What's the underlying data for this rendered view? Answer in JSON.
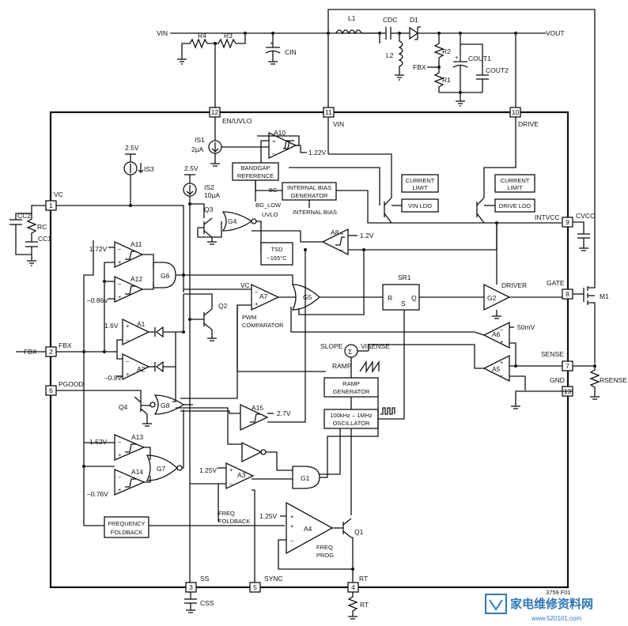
{
  "figure_code": "3759 F01",
  "watermark": {
    "brand": "家电维修资料网",
    "url": "www.520101.com"
  },
  "pins": [
    {
      "num": "1",
      "name": "VC"
    },
    {
      "num": "2",
      "name": "FBX"
    },
    {
      "num": "3",
      "name": "SS"
    },
    {
      "num": "4",
      "name": "RT"
    },
    {
      "num": "5",
      "name": "SYNC"
    },
    {
      "num": "6",
      "name": "PGOOD"
    },
    {
      "num": "7",
      "name": "SENSE"
    },
    {
      "num": "8",
      "name": "GATE"
    },
    {
      "num": "9",
      "name": "INTVCC"
    },
    {
      "num": "10",
      "name": "DRIVE"
    },
    {
      "num": "11",
      "name": "VIN"
    },
    {
      "num": "12",
      "name": "EN/UVLO"
    },
    {
      "num": "13",
      "name": "GND"
    }
  ],
  "external": {
    "vin": "VIN",
    "vout": "VOUT",
    "l1": "L1",
    "l2": "L2",
    "cdc": "CDC",
    "d1": "D1",
    "r1": "R1",
    "r2": "R2",
    "r3": "R3",
    "r4": "R4",
    "fbx": "FBX",
    "cin": "CIN",
    "cout1": "COUT1",
    "cout2": "COUT2",
    "cc1": "CC1",
    "cc2": "CC2",
    "rc": "RC",
    "cvcc": "CVCC",
    "m1": "M1",
    "rsense": "RSENSE",
    "css": "CSS",
    "rt": "RT"
  },
  "blocks": {
    "bandgap_line1": "BANDGAP",
    "bandgap_line2": "REFERENCE",
    "ibias_line1": "INTERNAL BIAS",
    "ibias_line2": "GENERATOR",
    "bg": "BG",
    "bg_low": "BG_LOW",
    "uvlo": "UVLO",
    "internal_bias": "INTERNAL BIAS",
    "cl1_line1": "CURRENT",
    "cl1_line2": "LIMIT",
    "vin_ldo": "VIN LDO",
    "cl2_line1": "CURRENT",
    "cl2_line2": "LIMIT",
    "drive_ldo": "DRIVE LDO",
    "tsd_line1": "TSD",
    "tsd_line2": "~165°C",
    "ramp_line1": "RAMP",
    "ramp_line2": "GENERATOR",
    "osc_line1": "100kHz – 1MHz",
    "osc_line2": "OSCILLATOR",
    "ff_line1": "FREQUENCY",
    "ff_line2": "FOLDBACK",
    "freq_foldback_line1": "FREQ",
    "freq_foldback_line2": "FOLDBACK",
    "sr1": "SR1",
    "r": "R",
    "s": "S",
    "q": "Q",
    "driver": "DRIVER",
    "pwm_line1": "PWM",
    "pwm_line2": "COMPARATOR",
    "slope": "SLOPE",
    "vsense": "VISENSE",
    "ramp": "RAMP",
    "freq_prog_line1": "FREQ",
    "freq_prog_line2": "PROG",
    "vc": "VC"
  },
  "amps": {
    "a1": "A1",
    "a2": "A2",
    "a3": "A3",
    "a4": "A4",
    "a5": "A5",
    "a6": "A6",
    "a7": "A7",
    "a8": "A8",
    "a10": "A10",
    "a11": "A11",
    "a12": "A12",
    "a13": "A13",
    "a14": "A14",
    "a15": "A15"
  },
  "gates": {
    "g1": "G1",
    "g2": "G2",
    "g4": "G4",
    "g5": "G5",
    "g6": "G6",
    "g7": "G7",
    "g8": "G8"
  },
  "transistors": {
    "q1": "Q1",
    "q2": "Q2",
    "q3": "Q3",
    "q4": "Q4"
  },
  "sources": {
    "is1": "IS1",
    "is1_val": "2µA",
    "is2": "IS2",
    "is2_val": "10µA",
    "is3": "IS3"
  },
  "voltages": {
    "v_a10": "1.22V",
    "v_a8": "1.2V",
    "v_is3": "2.5V",
    "v_is2": "2.5V",
    "v_a11": "1.72V",
    "v_a12": "–0.86V",
    "v_a1": "1.6V",
    "v_a2": "–0.8V",
    "v_a13": "1.52V",
    "v_a14": "–0.76V",
    "v_a15": "2.7V",
    "v_a3": "1.25V",
    "v_a4": "1.25V",
    "v_a6": "50mV"
  }
}
